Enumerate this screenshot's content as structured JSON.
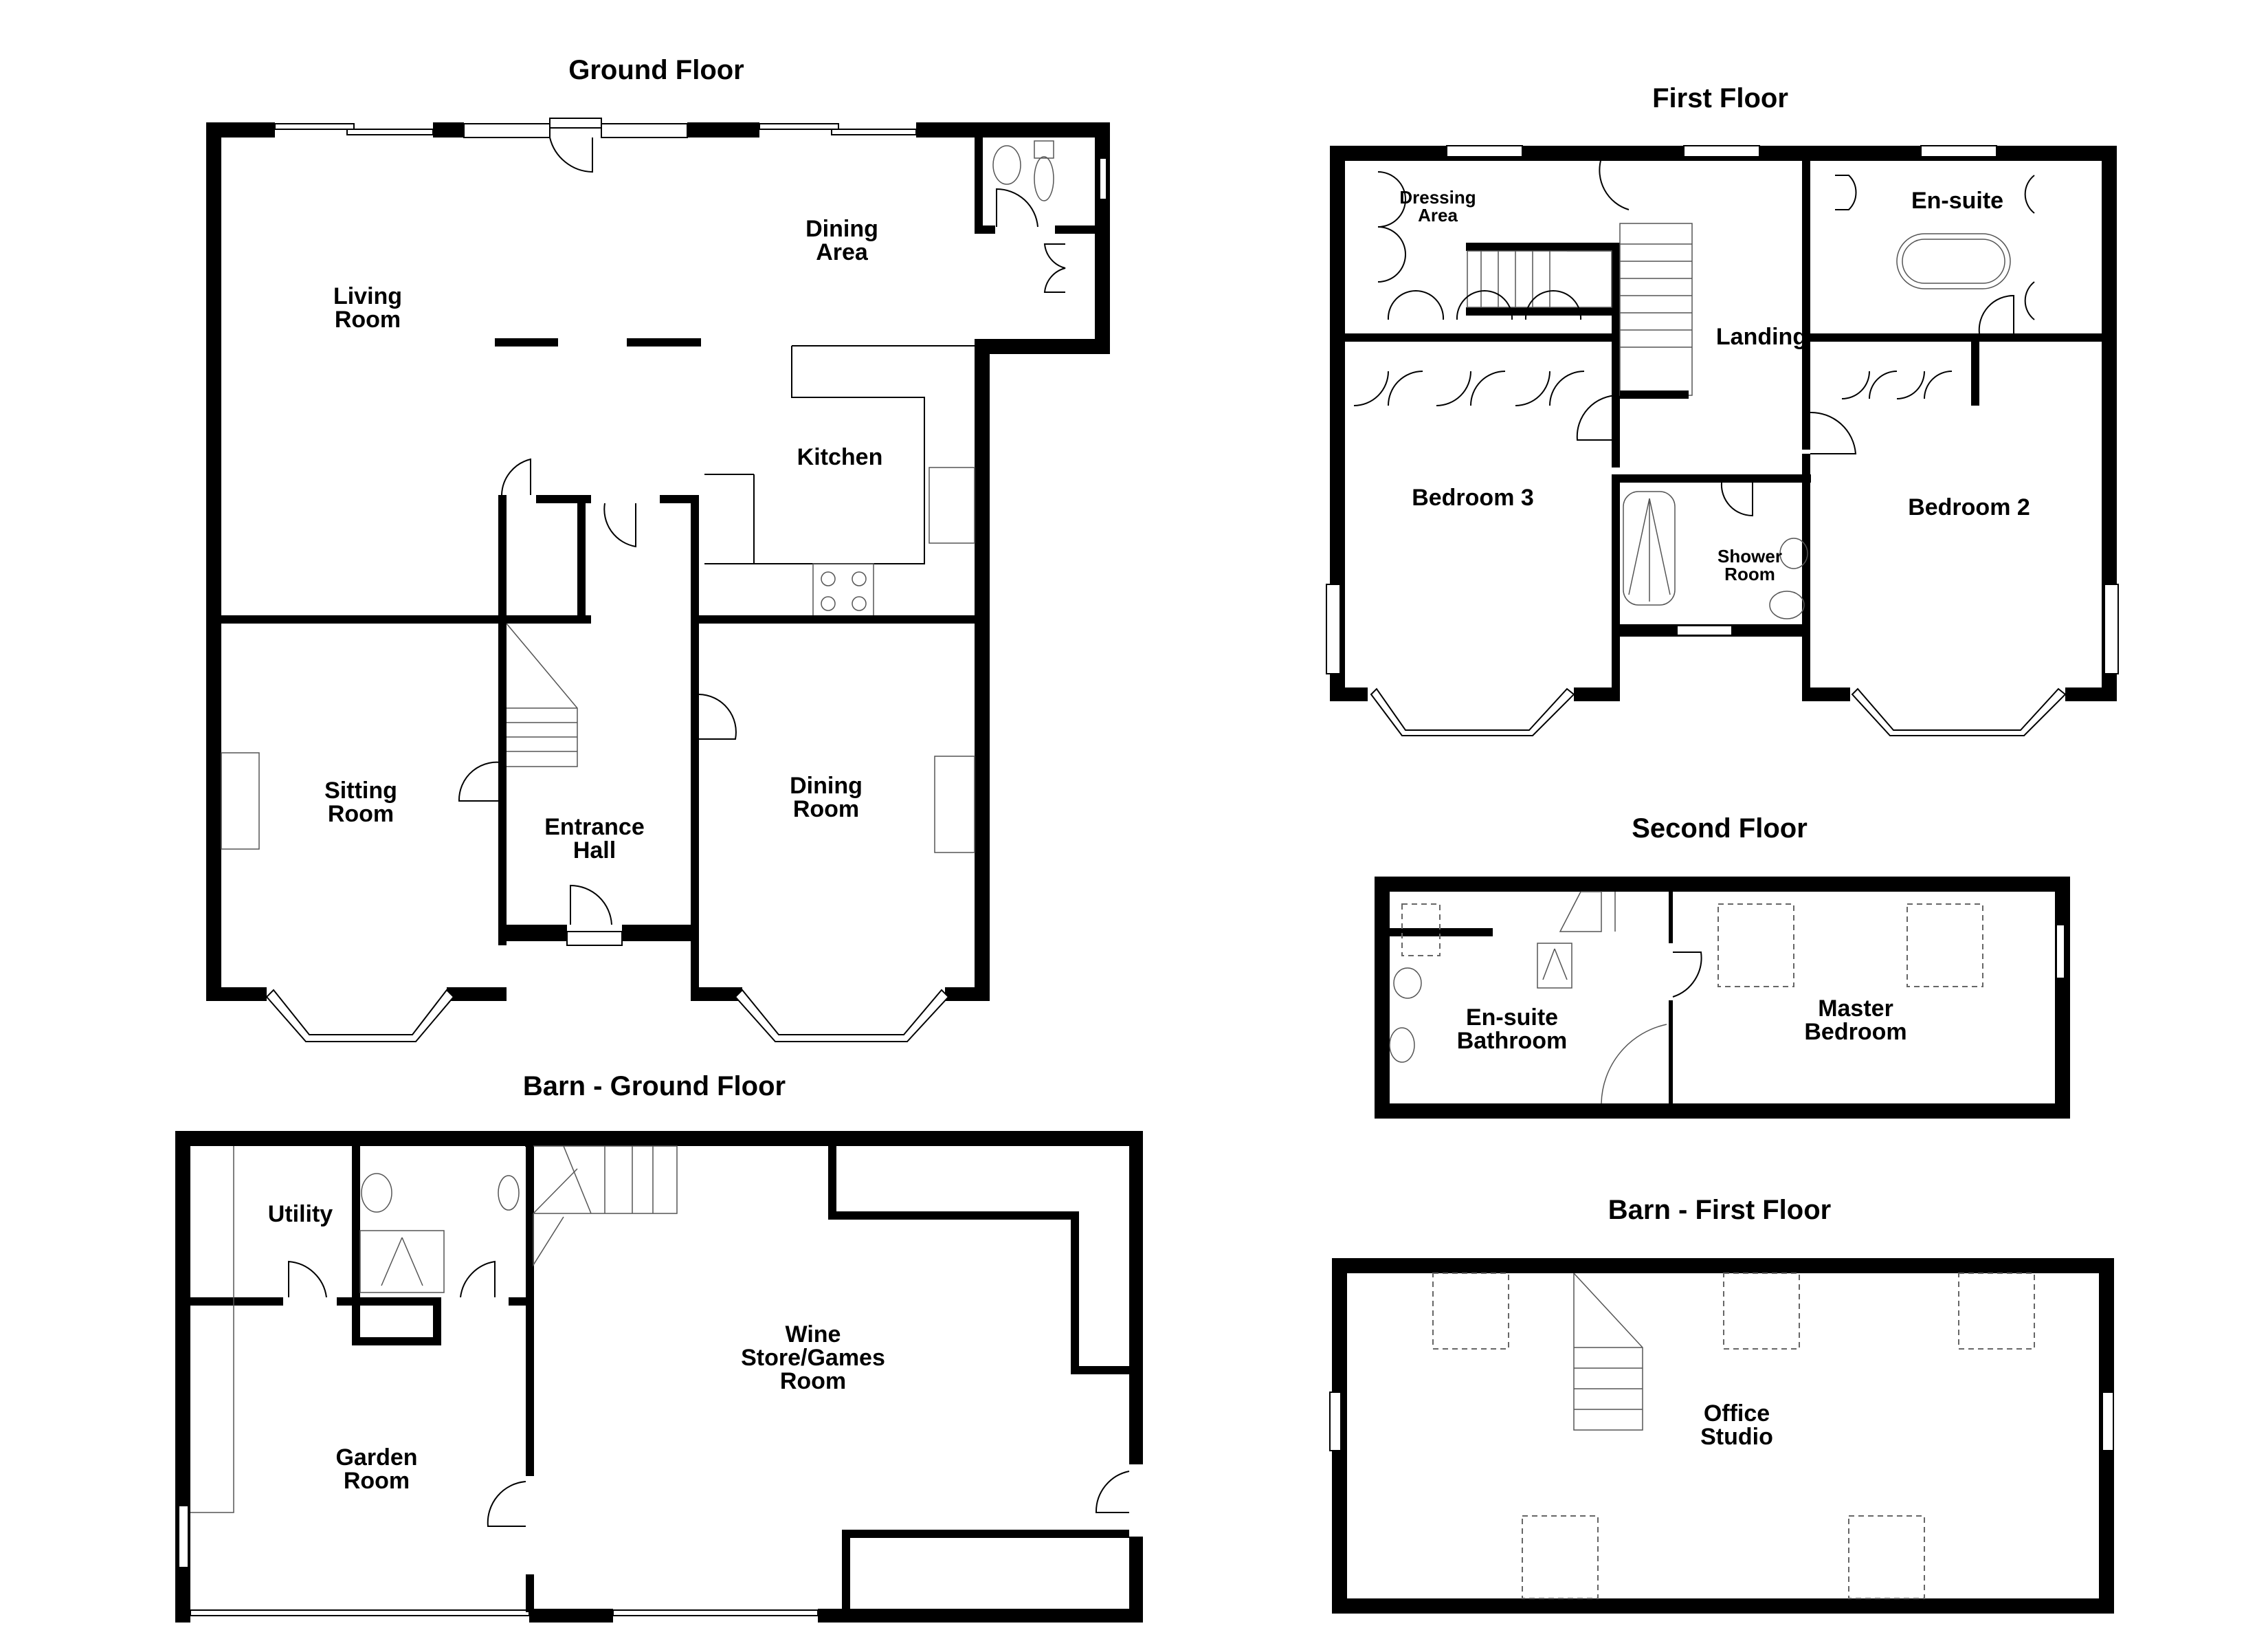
{
  "floors": [
    {
      "title": "Ground Floor",
      "rooms": [
        "Living\nRoom",
        "Dining\nArea",
        "Kitchen",
        "Sitting\nRoom",
        "Entrance\nHall",
        "Dining\nRoom"
      ]
    },
    {
      "title": "First Floor",
      "rooms": [
        "Dressing\nArea",
        "Landing",
        "En-suite",
        "Bedroom 3",
        "Bedroom 2",
        "Shower\nRoom"
      ]
    },
    {
      "title": "Second Floor",
      "rooms": [
        "En-suite\nBathroom",
        "Master\nBedroom"
      ]
    },
    {
      "title": "Barn - Ground Floor",
      "rooms": [
        "Utility",
        "Garden\nRoom",
        "Wine\nStore/Games\nRoom"
      ]
    },
    {
      "title": "Barn - First Floor",
      "rooms": [
        "Office\nStudio"
      ]
    }
  ],
  "colors": {
    "wall": "#000000",
    "background": "#ffffff",
    "fixture_line": "#555555"
  }
}
